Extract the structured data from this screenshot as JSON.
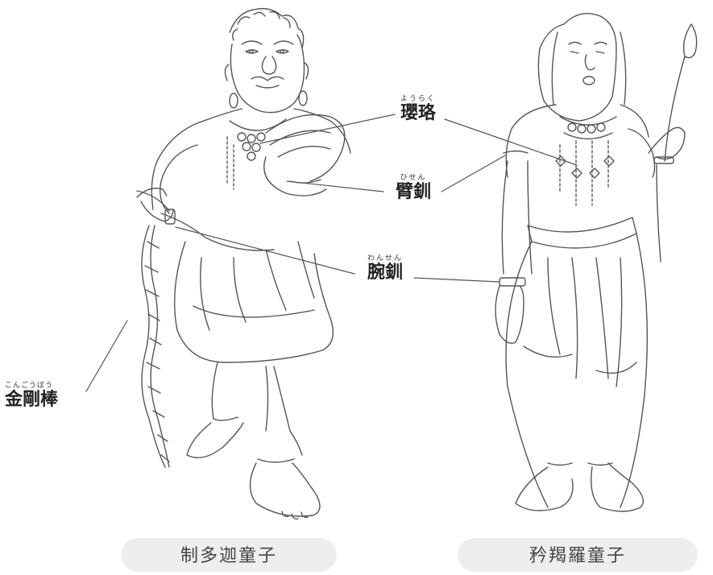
{
  "labels": {
    "yoraku": {
      "ruby": "ようらく",
      "text": "瓔珞"
    },
    "hisen": {
      "ruby": "ひせん",
      "text": "臂釧"
    },
    "wansen": {
      "ruby": "わんせん",
      "text": "腕釧"
    },
    "kongobo": {
      "ruby": "こんごうぼう",
      "text": "金剛棒"
    }
  },
  "figures": {
    "left_name": "制多迦童子",
    "right_name": "矜羯羅童子"
  },
  "colors": {
    "line": "#555555",
    "pill": "#eeeeee",
    "label": "#222222"
  }
}
